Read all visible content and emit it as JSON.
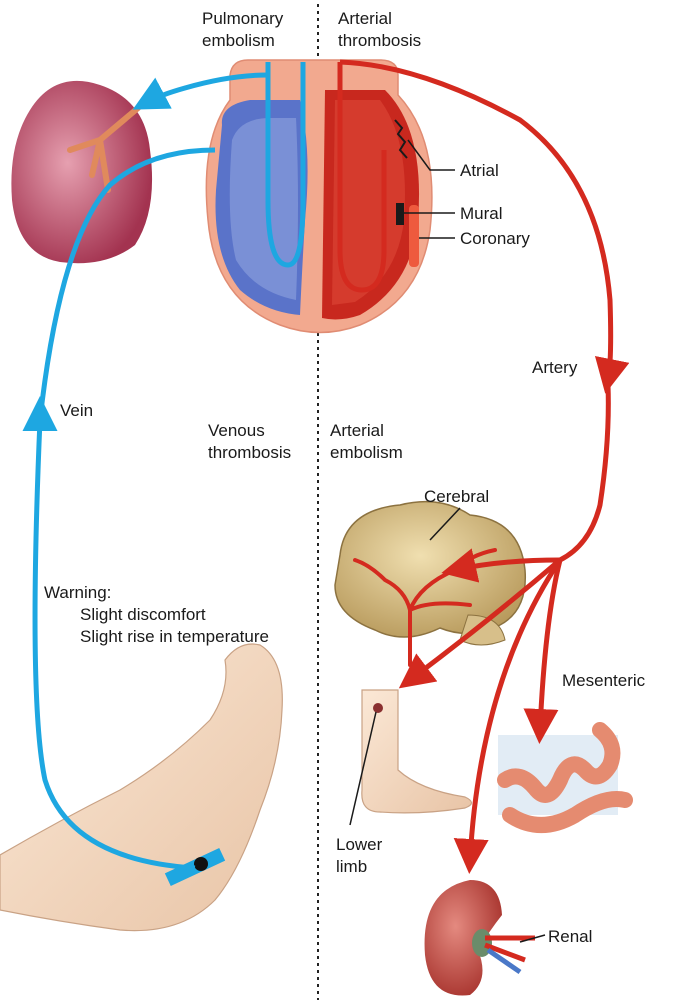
{
  "labels": {
    "pulmonary_embolism": [
      "Pulmonary",
      "embolism"
    ],
    "arterial_thrombosis": [
      "Arterial",
      "thrombosis"
    ],
    "atrial": "Atrial",
    "mural": "Mural",
    "coronary": "Coronary",
    "artery": "Artery",
    "vein": "Vein",
    "venous_thrombosis": [
      "Venous",
      "thrombosis"
    ],
    "arterial_embolism": [
      "Arterial",
      "embolism"
    ],
    "cerebral": "Cerebral",
    "warning_title": "Warning:",
    "warning_items": [
      "Slight discomfort",
      "Slight rise in temperature"
    ],
    "mesenteric": "Mesenteric",
    "lower_limb": [
      "Lower",
      "limb"
    ],
    "renal": "Renal"
  },
  "colors": {
    "venous": "#1ea7e1",
    "arterial": "#d42a1f",
    "heart_outer": "#f2a98f",
    "heart_right": "#5a73c9",
    "heart_left": "#c8281e",
    "organ_lung": "#b3415a",
    "organ_brain": "#d8c28a",
    "skin": "#f6dcc4",
    "kidney": "#c8504a",
    "divider": "#222222"
  },
  "icons": {
    "heart": "heart-icon",
    "lung": "lung-icon",
    "brain": "brain-icon",
    "foot": "foot-icon",
    "intestine": "intestine-icon",
    "kidney": "kidney-icon",
    "leg": "leg-icon"
  }
}
